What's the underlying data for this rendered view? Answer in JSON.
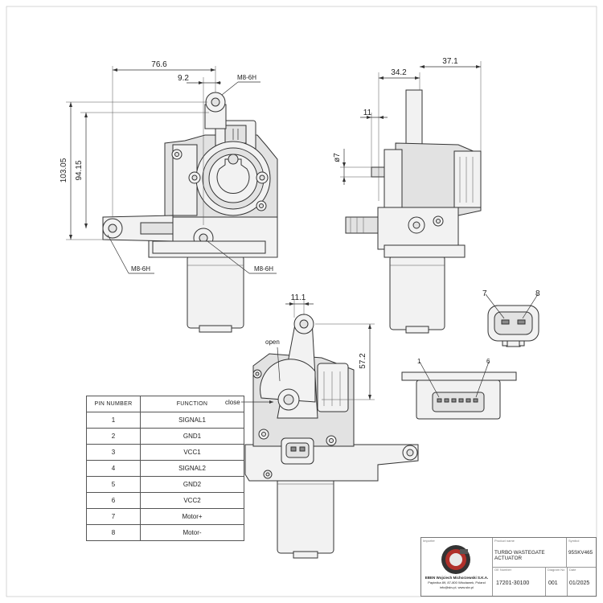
{
  "dimensions": {
    "width_76_6": "76.6",
    "offset_9_2": "9.2",
    "height_103_05": "103.05",
    "height_94_15": "94.15",
    "side_34_2": "34.2",
    "side_37_1": "37.1",
    "small_11": "11",
    "dia_7": "ø7",
    "rear_11_1": "11.1",
    "rear_57_2": "57.2"
  },
  "callouts": {
    "thread_top": "M8-6H",
    "thread_left": "M8-6H",
    "thread_bottom": "M8-6H",
    "open": "open",
    "close": "close",
    "pin7": "7",
    "pin8": "8",
    "pin1": "1",
    "pin6": "6"
  },
  "pin_table": {
    "headers": [
      "PIN NUMBER",
      "FUNCTION"
    ],
    "rows": [
      [
        "1",
        "SIGNAL1"
      ],
      [
        "2",
        "GND1"
      ],
      [
        "3",
        "VCC1"
      ],
      [
        "4",
        "SIGNAL2"
      ],
      [
        "5",
        "GND2"
      ],
      [
        "6",
        "VCC2"
      ],
      [
        "7",
        "Motor+"
      ],
      [
        "8",
        "Motor-"
      ]
    ]
  },
  "title_block": {
    "importer_label": "Importer",
    "importer_name": "EBEN Wojciech Michorzewski S.K.A.",
    "importer_address": "Papieżka 89, 87-800 Włocławek, Poland",
    "importer_contact": "info@skv.pl, www.skv.pl",
    "product_name_label": "Product name",
    "product_name": "TURBO WASTEGATE ACTUATOR",
    "symbol_label": "Symbol",
    "symbol": "95SKV465",
    "oe_number_label": "OE Number",
    "oe_number": "17201-30100",
    "diagram_no_label": "Diagram No",
    "diagram_no": "001",
    "date_label": "Date",
    "date": "01/2025"
  },
  "colors": {
    "line": "#333333",
    "part_fill": "#f2f2f2",
    "shadow_fill": "#e2e2e2"
  }
}
